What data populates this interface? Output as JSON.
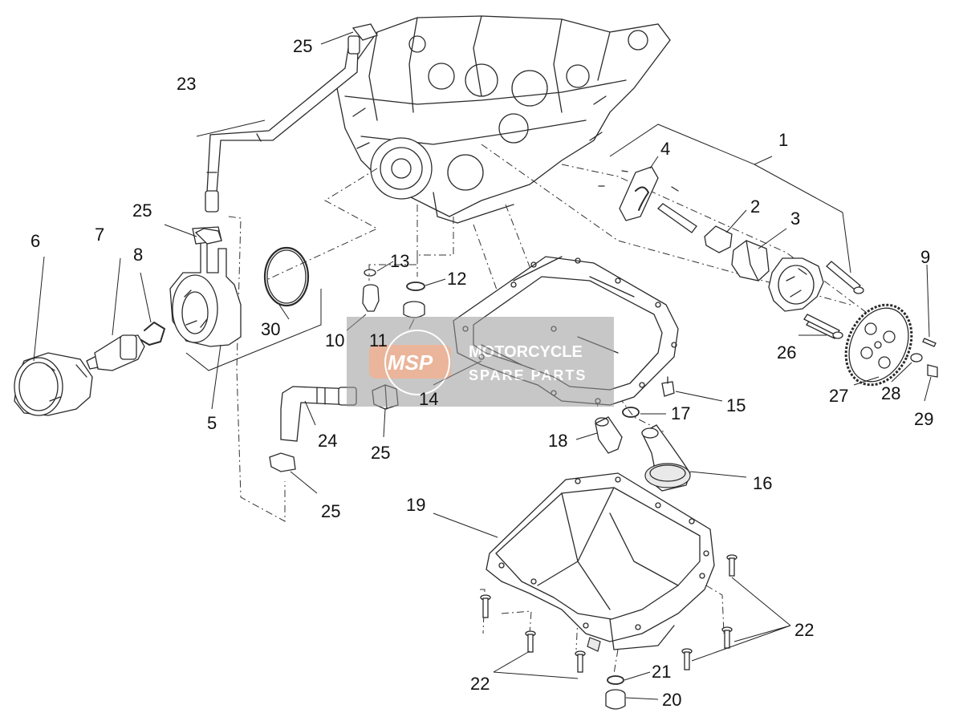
{
  "labels": {
    "l1": "1",
    "l2": "2",
    "l3": "3",
    "l4": "4",
    "l5": "5",
    "l6": "6",
    "l7": "7",
    "l8": "8",
    "l9": "9",
    "l10": "10",
    "l11": "11",
    "l12": "12",
    "l13": "13",
    "l14": "14",
    "l15": "15",
    "l16": "16",
    "l17": "17",
    "l18": "18",
    "l19": "19",
    "l20": "20",
    "l21": "21",
    "l22a": "22",
    "l22b": "22",
    "l23": "23",
    "l24": "24",
    "l25a": "25",
    "l25b": "25",
    "l25c": "25",
    "l25d": "25",
    "l26": "26",
    "l27": "27",
    "l28": "28",
    "l29": "29",
    "l30": "30"
  },
  "watermark": {
    "badge": "MSP",
    "line1": "MOTORCYCLE",
    "line2": "SPARE PARTS"
  }
}
